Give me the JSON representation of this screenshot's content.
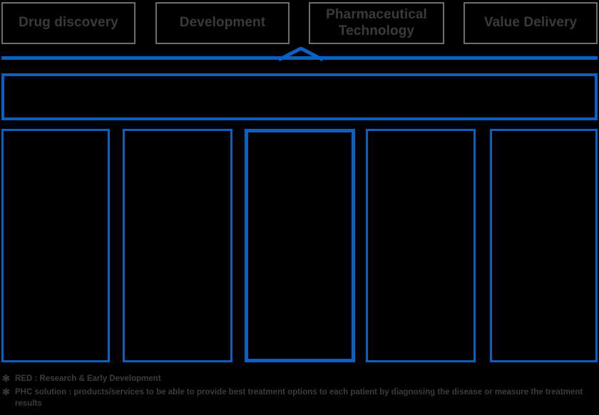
{
  "diagram": {
    "title": "Pharmaceutical value chain phases",
    "accent_color": "#0a61c2",
    "tab_border_color": "#6e6e6e",
    "tab_text_color": "#3a3a3d",
    "footnote_text_color": "#3c3c3e",
    "background_color": "#000000"
  },
  "phases": [
    {
      "id": "drug-discovery",
      "label": "Drug discovery",
      "active": false
    },
    {
      "id": "development",
      "label": "Development",
      "active": false
    },
    {
      "id": "pharmaceutical-technology",
      "label": "Pharmaceutical\nTechnology",
      "active": true
    },
    {
      "id": "value-delivery",
      "label": "Value Delivery",
      "active": false
    }
  ],
  "rail": {
    "marker_icon": "chevron-up-marker",
    "marker_target": "pharmaceutical-technology"
  },
  "banner": {
    "text": ""
  },
  "columns": [
    {
      "id": "column-1",
      "title": "",
      "body": "",
      "emphasis": false
    },
    {
      "id": "column-2",
      "title": "",
      "body": "",
      "emphasis": false
    },
    {
      "id": "column-3",
      "title": "",
      "body": "",
      "emphasis": true
    },
    {
      "id": "column-4",
      "title": "",
      "body": "",
      "emphasis": false
    },
    {
      "id": "column-5",
      "title": "",
      "body": "",
      "emphasis": false
    }
  ],
  "footnotes": [
    {
      "id": "footnote-red",
      "mark": "✻",
      "text": "RED : Research & Early Development"
    },
    {
      "id": "footnote-phc",
      "mark": "✻",
      "text": "PHC solution : products/services to be able to provide best treatment options to each patient by diagnosing the disease or measure the treatment results"
    }
  ]
}
